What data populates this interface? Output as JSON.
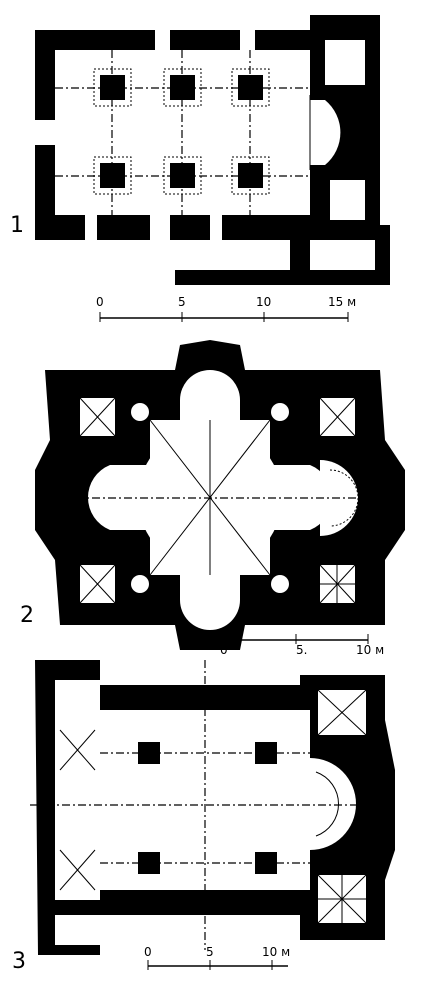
{
  "plans": [
    {
      "number": "1",
      "scale": {
        "ticks": [
          "0",
          "5",
          "10",
          "15 м"
        ]
      }
    },
    {
      "number": "2",
      "scale": {
        "ticks": [
          "0",
          "5.",
          "10 м"
        ]
      }
    },
    {
      "number": "3",
      "scale": {
        "ticks": [
          "0",
          "5",
          "10 м"
        ]
      }
    }
  ]
}
